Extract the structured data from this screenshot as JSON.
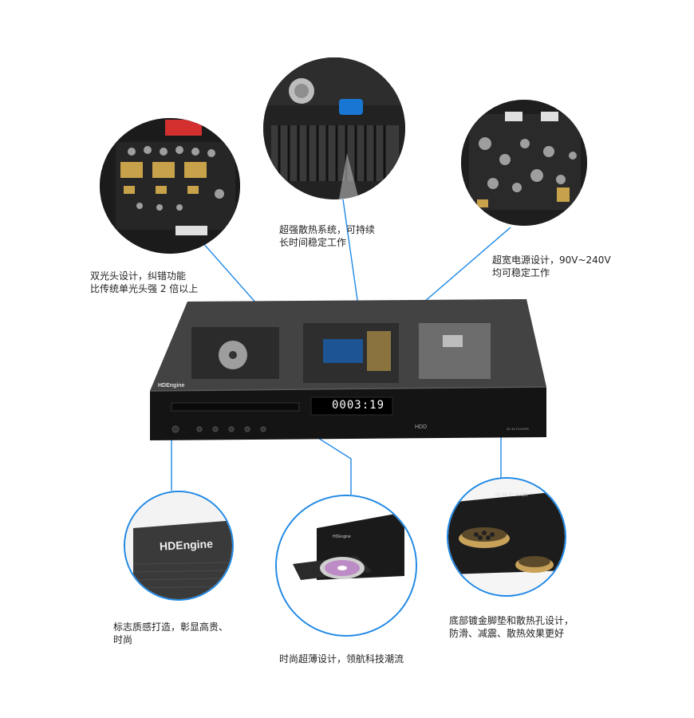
{
  "captions": {
    "optical_head": "双光头设计，纠错功能\n比传统单光头强 2 倍以上",
    "heat_dissipation": "超强散热系统，可持续\n长时间稳定工作",
    "power_supply": "超宽电源设计，90V~240V\n均可稳定工作",
    "logo_quality": "标志质感打造，彰显高贵、\n时尚",
    "slim_design": "时尚超薄设计，领航科技潮流",
    "gold_feet": "底部镀金脚垫和散热孔设计，\n防滑、减震、散热效果更好"
  },
  "player": {
    "brand": "HDEngine",
    "display": "0003:19",
    "model_badge": "3D 4K PLAYER",
    "hdd_mark": "HDD"
  },
  "closeups": {
    "logo_text": "HDEngine",
    "foot_label": "3D 4K PLAYER",
    "disc_brand": "HDEngine"
  },
  "colors": {
    "accent": "#1e88e5",
    "chassis": "#1a1a1a",
    "display": "#ffffff",
    "gold": "#c9a25a"
  }
}
